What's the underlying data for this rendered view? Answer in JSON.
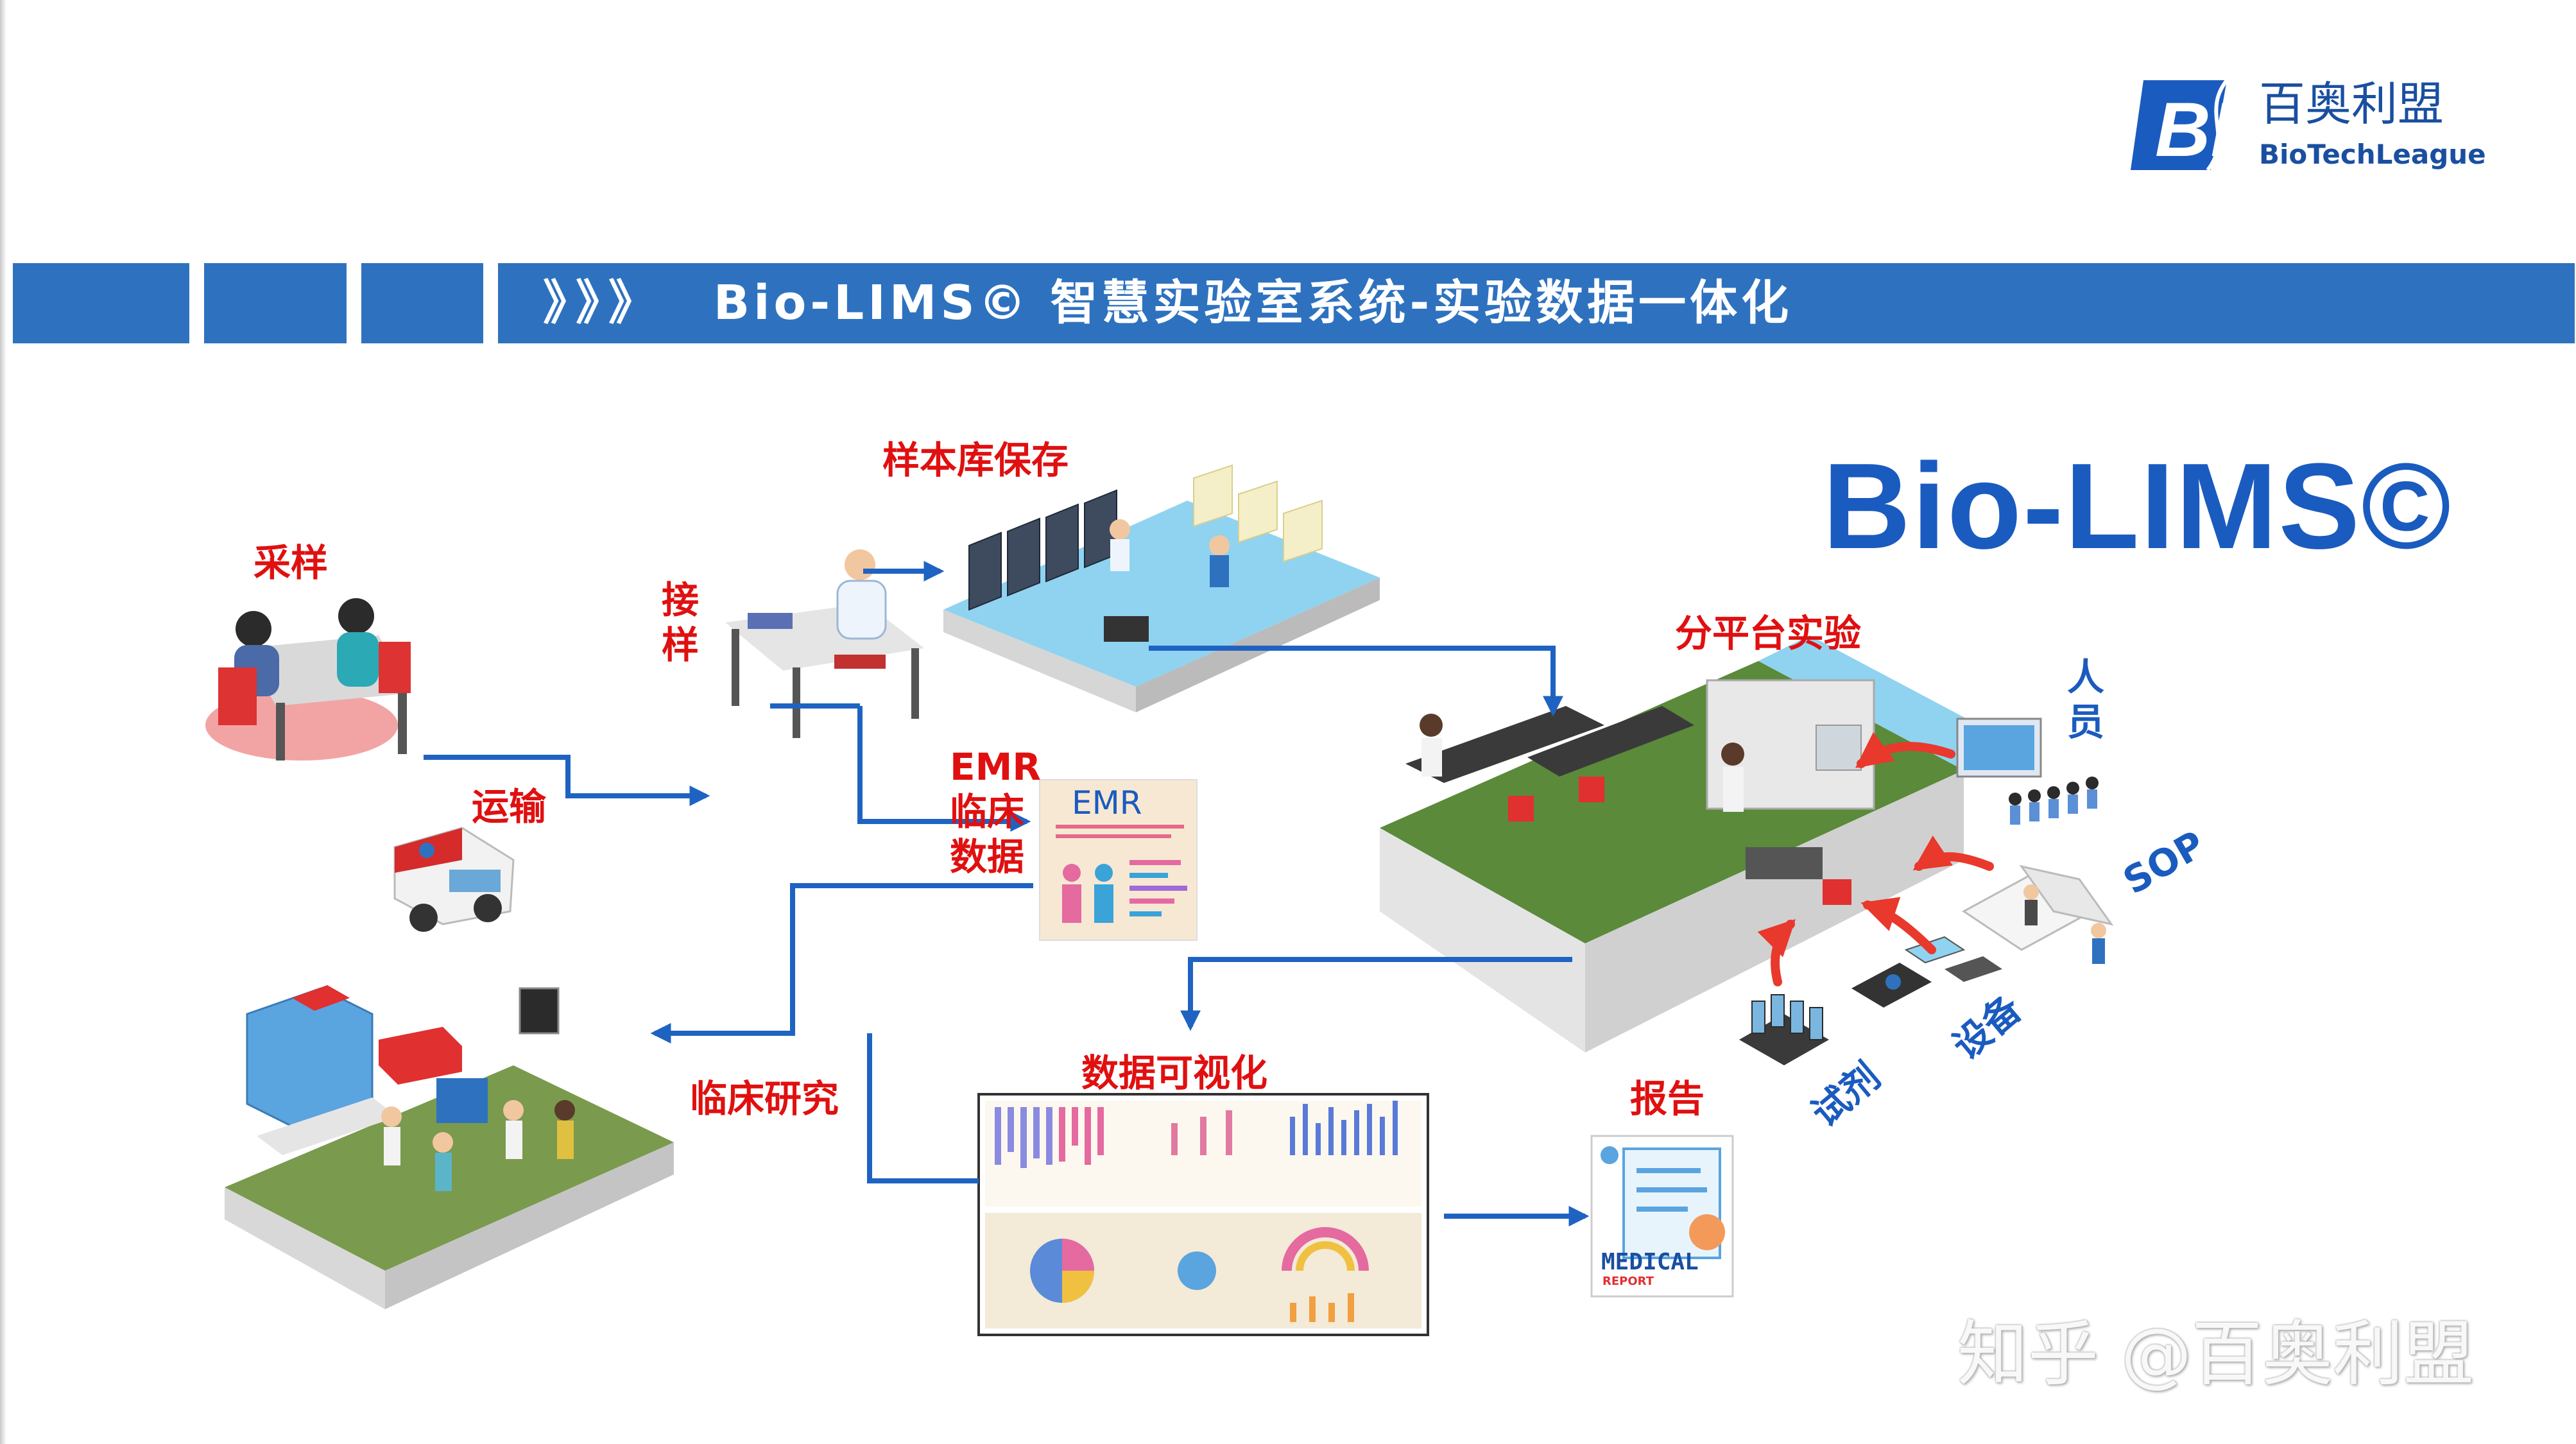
{
  "brand": {
    "logo_letters": "BL",
    "name_cn": "百奥利盟",
    "name_en": "BioTechLeague"
  },
  "banner": {
    "chevrons": "》》》",
    "title": "Bio-LIMS© 智慧实验室系统-实验数据一体化"
  },
  "headline": "Bio-LIMS©",
  "nodes": {
    "sampling": "采样",
    "transport": "运输",
    "receiving": "接样",
    "biobank": "样本库保存",
    "emr": "EMR临床数据",
    "emr_doc_title": "EMR",
    "platform": "分平台实验",
    "personnel": "人员",
    "sop": "SOP",
    "equipment": "设备",
    "reagent": "试剂",
    "report": "报告",
    "report_doc_title": "MEDICAL",
    "report_doc_sub": "REPORT",
    "clinical": "临床研究",
    "visualization": "数据可视化"
  },
  "colors": {
    "banner": "#2e72bf",
    "headline": "#1a5bbf",
    "label_red": "#e01010",
    "label_blue": "#1a5bbf",
    "arrow": "#1f63c2",
    "arrow_red": "#e8392c",
    "floor_green": "#5a8a3a",
    "floor_blue": "#8fd3f0"
  },
  "watermark": "知乎 @百奥利盟"
}
